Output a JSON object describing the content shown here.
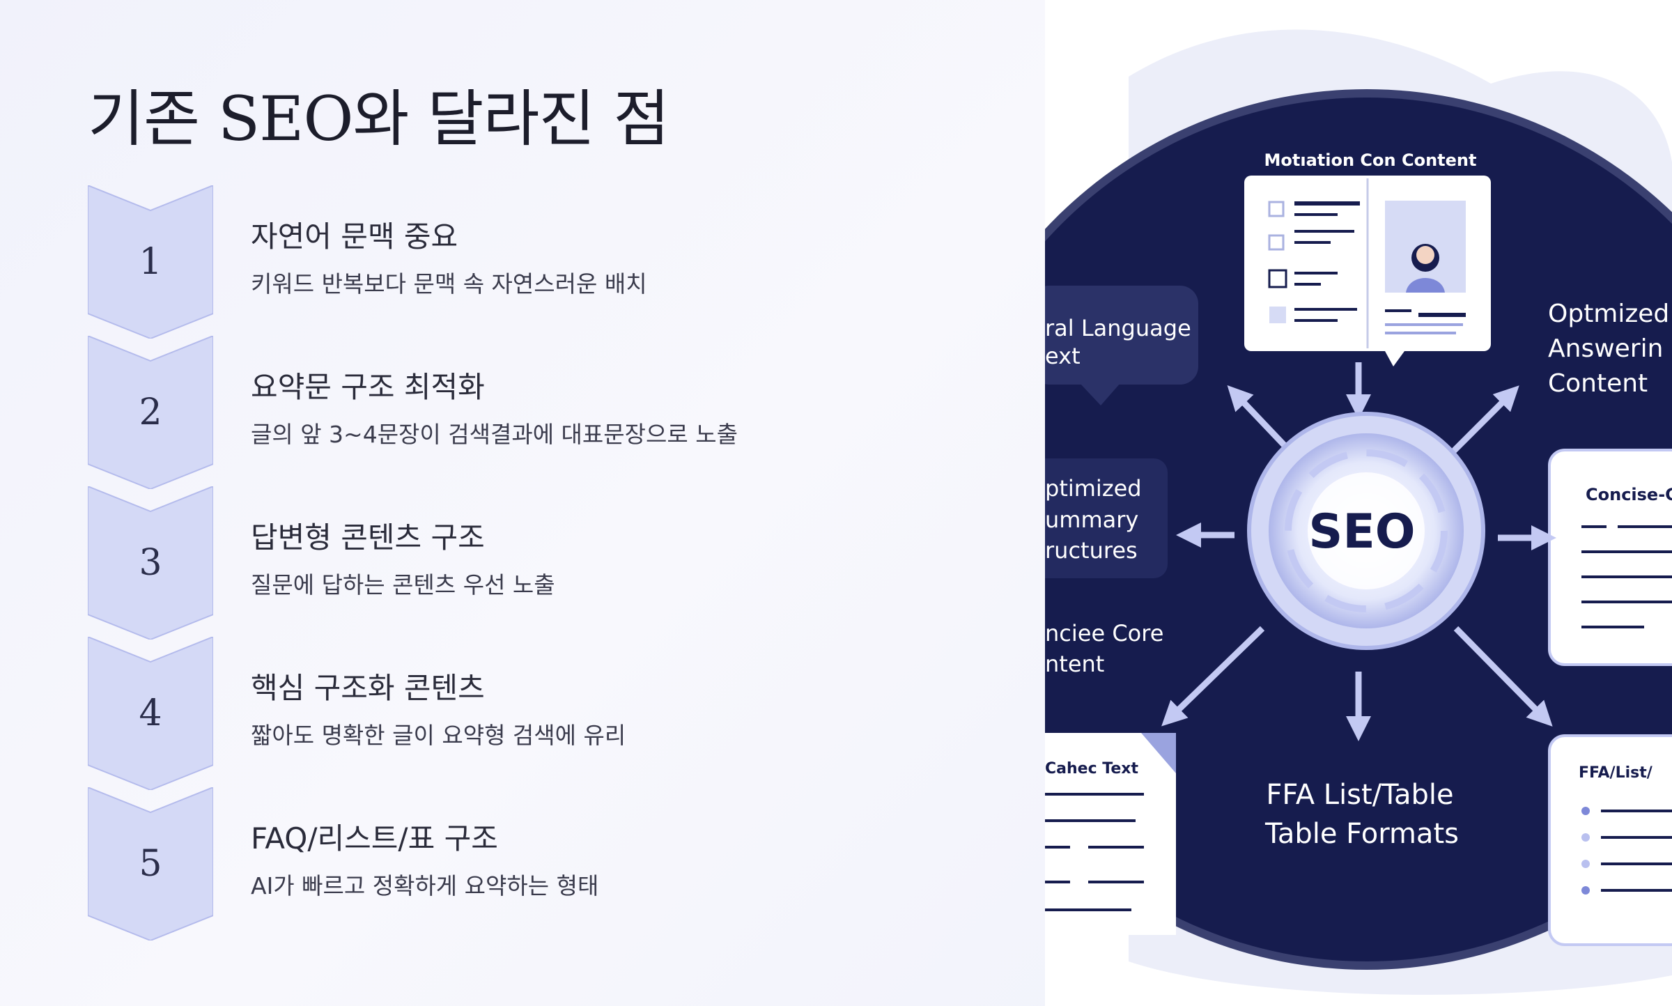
{
  "page": {
    "title": "기존 SEO와 달라진 점"
  },
  "steps": [
    {
      "number": "1",
      "title": "자연어 문맥 중요",
      "description": "키워드 반복보다 문맥 속 자연스러운 배치"
    },
    {
      "number": "2",
      "title": "요약문 구조 최적화",
      "description": "글의 앞 3~4문장이 검색결과에 대표문장으로 노출"
    },
    {
      "number": "3",
      "title": "답변형 콘텐츠 구조",
      "description": "질문에 답하는 콘텐츠 우선 노출"
    },
    {
      "number": "4",
      "title": "핵심 구조화 콘텐츠",
      "description": "짧아도 명확한 글이 요약형 검색에 유리"
    },
    {
      "number": "5",
      "title": "FAQ/리스트/표 구조",
      "description": "AI가 빠르고 정확하게 요약하는 형태"
    }
  ],
  "illustration": {
    "center": "SEO",
    "top_label": "Motıation Con Content",
    "left_label_1": [
      "ral Language",
      "ext"
    ],
    "left_label_2": [
      "ptimized",
      "ummary",
      "ructures"
    ],
    "left_label_3": [
      "nciee Core",
      "ntent"
    ],
    "right_label": [
      "Optmized",
      "Answerin",
      "Content"
    ],
    "right_card_title": "Concise-C",
    "bottom_left_card": "Cahec Text",
    "bottom_label": [
      "FFA List/Table",
      "Table Formats"
    ],
    "bottom_right_card": "FFA/List/",
    "colors": {
      "navy": "#161c4e",
      "periwinkle": "#b9c0ef",
      "chevron_fill": "#d4d9f6",
      "chevron_stroke": "#b4bbec"
    }
  }
}
